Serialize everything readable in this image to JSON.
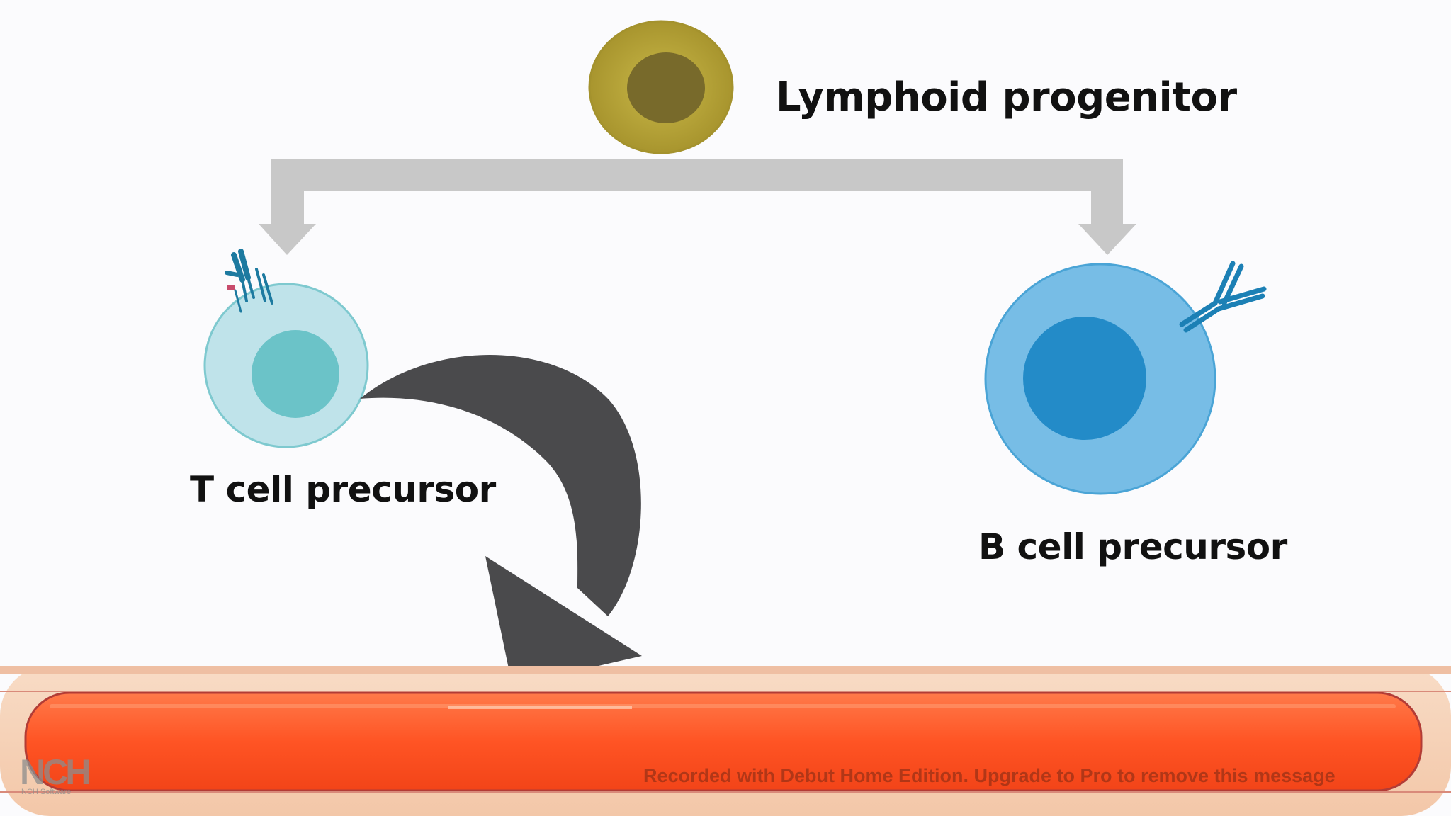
{
  "labels": {
    "progenitor": "Lymphoid progenitor",
    "t_cell": "T cell precursor",
    "b_cell": "B cell precursor"
  },
  "watermark": {
    "text": "Recorded with Debut Home Edition. Upgrade to Pro to remove this message",
    "logo_text": "NCH",
    "logo_subtext": "NCH Software"
  },
  "colors": {
    "progenitor_outer": "#b9a73a",
    "progenitor_nucleus": "#7a6c2c",
    "t_cell_outer": "#bfe3ea",
    "t_cell_nucleus": "#6ac2c8",
    "b_cell_outer": "#77bde6",
    "b_cell_nucleus": "#238bc8",
    "branch_arrow": "#c8c8c8",
    "curved_arrow": "#4a4a4c",
    "vessel_blood": "#ff5a28",
    "vessel_wall": "#f6d2b8"
  }
}
